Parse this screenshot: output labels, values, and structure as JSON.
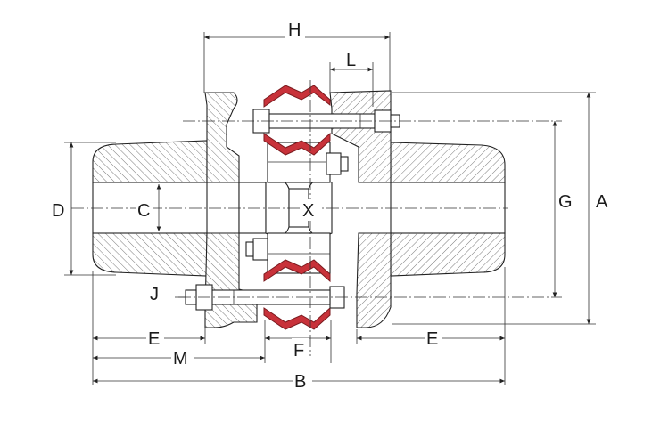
{
  "diagram": {
    "labels": {
      "H": "H",
      "L": "L",
      "D": "D",
      "C": "C",
      "X": "X",
      "G": "G",
      "A": "A",
      "J": "J",
      "E_left": "E",
      "E_right": "E",
      "F": "F",
      "M": "M",
      "B": "B"
    },
    "colors": {
      "element": "#c8323a",
      "line": "#222222",
      "background": "#ffffff"
    }
  }
}
